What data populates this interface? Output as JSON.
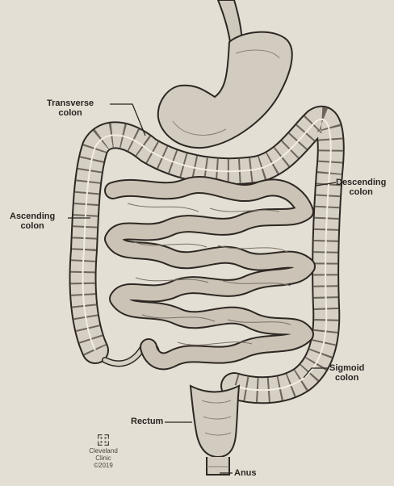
{
  "labels": {
    "transverse": [
      "Transverse",
      "colon"
    ],
    "descending": [
      "Descending",
      "colon"
    ],
    "ascending": [
      "Ascending",
      "colon"
    ],
    "sigmoid": [
      "Sigmoid",
      "colon"
    ],
    "rectum": "Rectum",
    "anus": "Anus"
  },
  "logo": {
    "line1": "Cleveland",
    "line2": "Clinic",
    "copyright": "©2019"
  }
}
